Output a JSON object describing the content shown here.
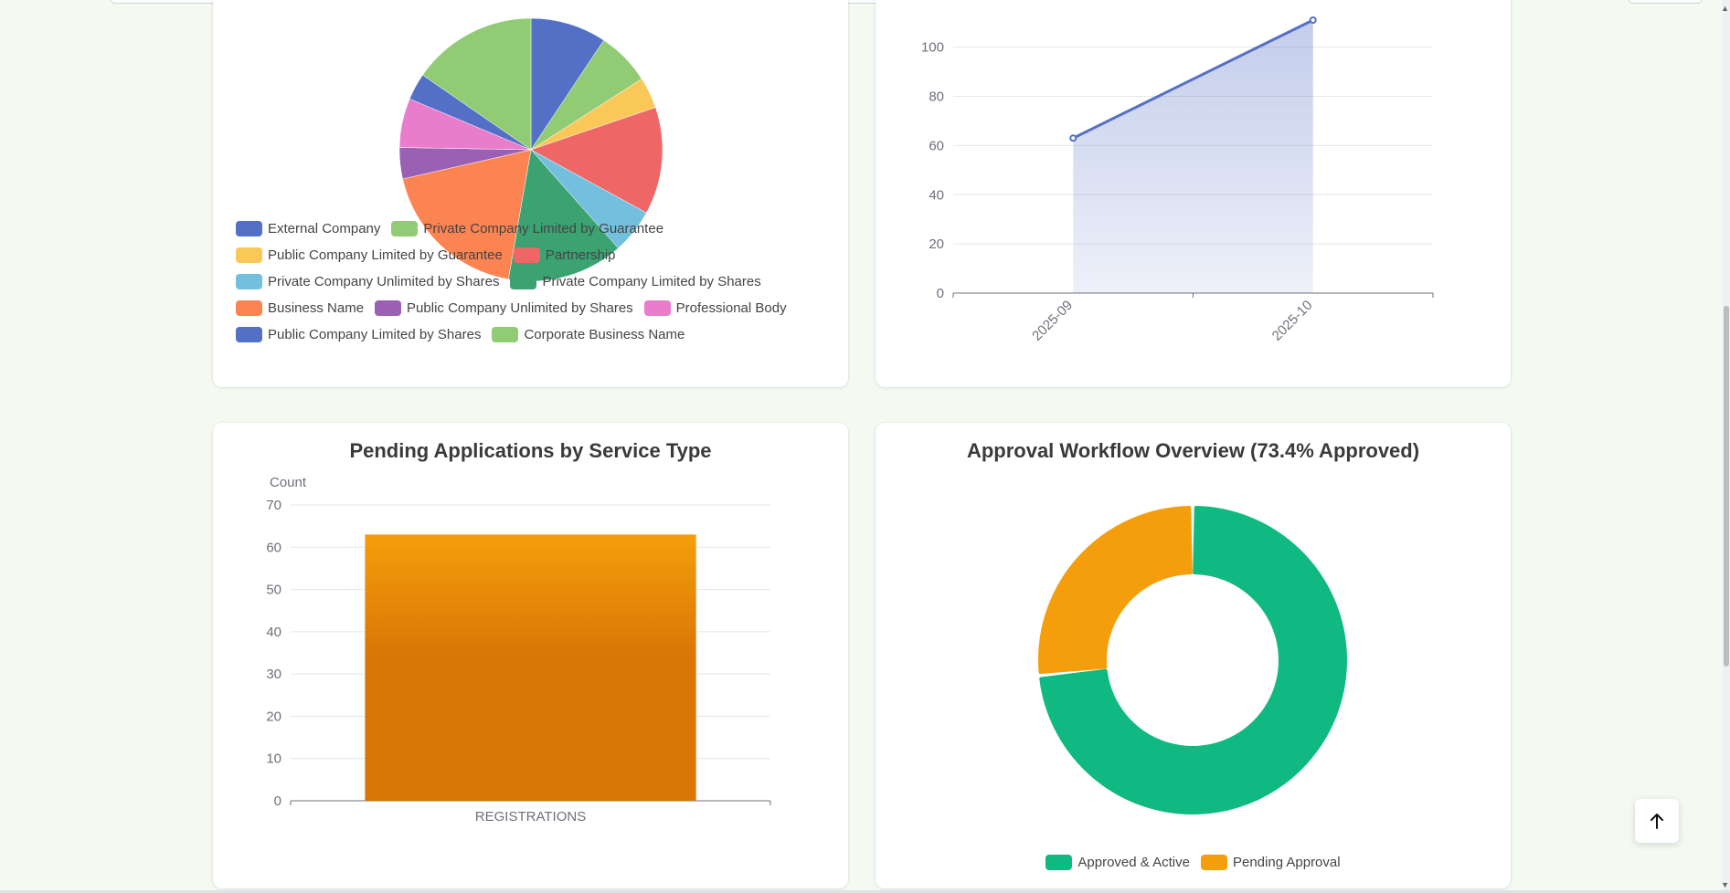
{
  "pie_legend": [
    {
      "label": "External Company",
      "color": "#5470c6"
    },
    {
      "label": "Private Company Limited by Guarantee",
      "color": "#91cc75"
    },
    {
      "label": "Public Company Limited by Guarantee",
      "color": "#fac858"
    },
    {
      "label": "Partnership",
      "color": "#ee6666"
    },
    {
      "label": "Private Company Unlimited by Shares",
      "color": "#73c0de"
    },
    {
      "label": "Private Company Limited by Shares",
      "color": "#3ba272"
    },
    {
      "label": "Business Name",
      "color": "#fc8452"
    },
    {
      "label": "Public Company Unlimited by Shares",
      "color": "#9a60b4"
    },
    {
      "label": "Professional Body",
      "color": "#ea7ccc"
    },
    {
      "label": "Public Company Limited by Shares",
      "color": "#5470c6"
    },
    {
      "label": "Corporate Business Name",
      "color": "#91cc75"
    }
  ],
  "chart_data": [
    {
      "type": "pie",
      "title": "",
      "categories": [
        "External Company",
        "Private Company Limited by Guarantee",
        "Public Company Limited by Guarantee",
        "Partnership",
        "Private Company Unlimited by Shares",
        "Private Company Limited by Shares",
        "Business Name",
        "Public Company Unlimited by Shares",
        "Professional Body",
        "Public Company Limited by Shares",
        "Corporate Business Name"
      ],
      "values": [
        8.5,
        6,
        3.5,
        12,
        5,
        13,
        17,
        3.5,
        5.5,
        3,
        14
      ],
      "colors": [
        "#5470c6",
        "#91cc75",
        "#fac858",
        "#ee6666",
        "#73c0de",
        "#3ba272",
        "#fc8452",
        "#9a60b4",
        "#ea7ccc",
        "#5470c6",
        "#91cc75"
      ],
      "legend_position": "bottom"
    },
    {
      "type": "area",
      "title": "",
      "x": [
        "2025-09",
        "2025-10"
      ],
      "series": [
        {
          "values": [
            63,
            111
          ]
        }
      ],
      "y_ticks": [
        0,
        20,
        40,
        60,
        80,
        100
      ],
      "ylim": [
        0,
        111
      ],
      "grid": true,
      "color": "#5470c6"
    },
    {
      "type": "bar",
      "title": "Pending Applications by Service Type",
      "ylabel": "Count",
      "categories": [
        "REGISTRATIONS"
      ],
      "values": [
        63
      ],
      "y_ticks": [
        0,
        10,
        20,
        30,
        40,
        50,
        60,
        70
      ],
      "ylim": [
        0,
        70
      ],
      "grid": true,
      "color": "#f59e0b"
    },
    {
      "type": "pie",
      "title": "Approval Workflow Overview (73.4% Approved)",
      "categories": [
        "Approved & Active",
        "Pending Approval"
      ],
      "values": [
        73.4,
        26.6
      ],
      "colors": [
        "#10b981",
        "#f59e0b"
      ],
      "donut": true,
      "legend_position": "bottom"
    }
  ]
}
